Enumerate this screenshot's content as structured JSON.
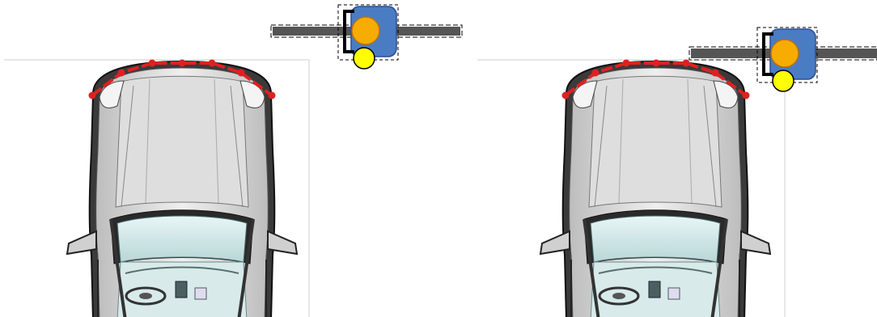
{
  "panels": [
    {
      "id": "left",
      "description_name": "car-with-sensor-beam-left",
      "colors": {
        "bumper_marker": "#e02020",
        "sensor_body": "#4a7cc4",
        "sensor_lens_orange": "#f6ac00",
        "sensor_lens_yellow": "#ffff00",
        "beam": "#555555",
        "car_body": "#d9d9d9",
        "car_outline": "#1a1a1a",
        "glass": "#d8ecec"
      }
    },
    {
      "id": "right",
      "description_name": "car-with-sensor-beam-right",
      "colors": {
        "bumper_marker": "#e02020",
        "sensor_body": "#4a7cc4",
        "sensor_lens_orange": "#f6ac00",
        "sensor_lens_yellow": "#ffff00",
        "beam": "#555555",
        "car_body": "#d9d9d9",
        "car_outline": "#1a1a1a",
        "glass": "#d8ecec"
      }
    }
  ]
}
